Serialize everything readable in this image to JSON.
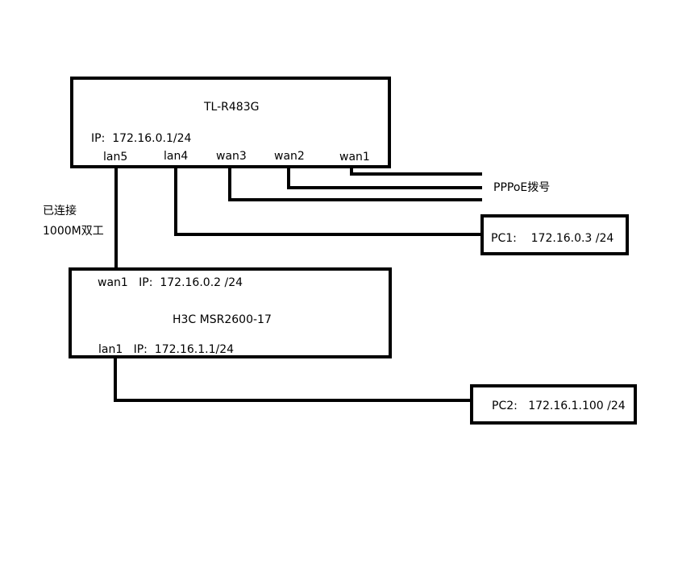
{
  "router_top": {
    "name": "TL-R483G",
    "ip": "IP:  172.16.0.1/24",
    "ports": {
      "lan5": "lan5",
      "lan4": "lan4",
      "wan3": "wan3",
      "wan2": "wan2",
      "wan1": "wan1"
    }
  },
  "router_bottom": {
    "name": "H3C MSR2600-17",
    "wan1_label": "wan1   IP:  172.16.0.2 /24",
    "lan1_label": "lan1   IP:  172.16.1.1/24"
  },
  "link_note": [
    "已连接",
    "1000M双工"
  ],
  "pppoe_label": "PPPoE拨号",
  "pc1": "PC1:    172.16.0.3 /24",
  "pc2": "PC2:   172.16.1.100 /24"
}
